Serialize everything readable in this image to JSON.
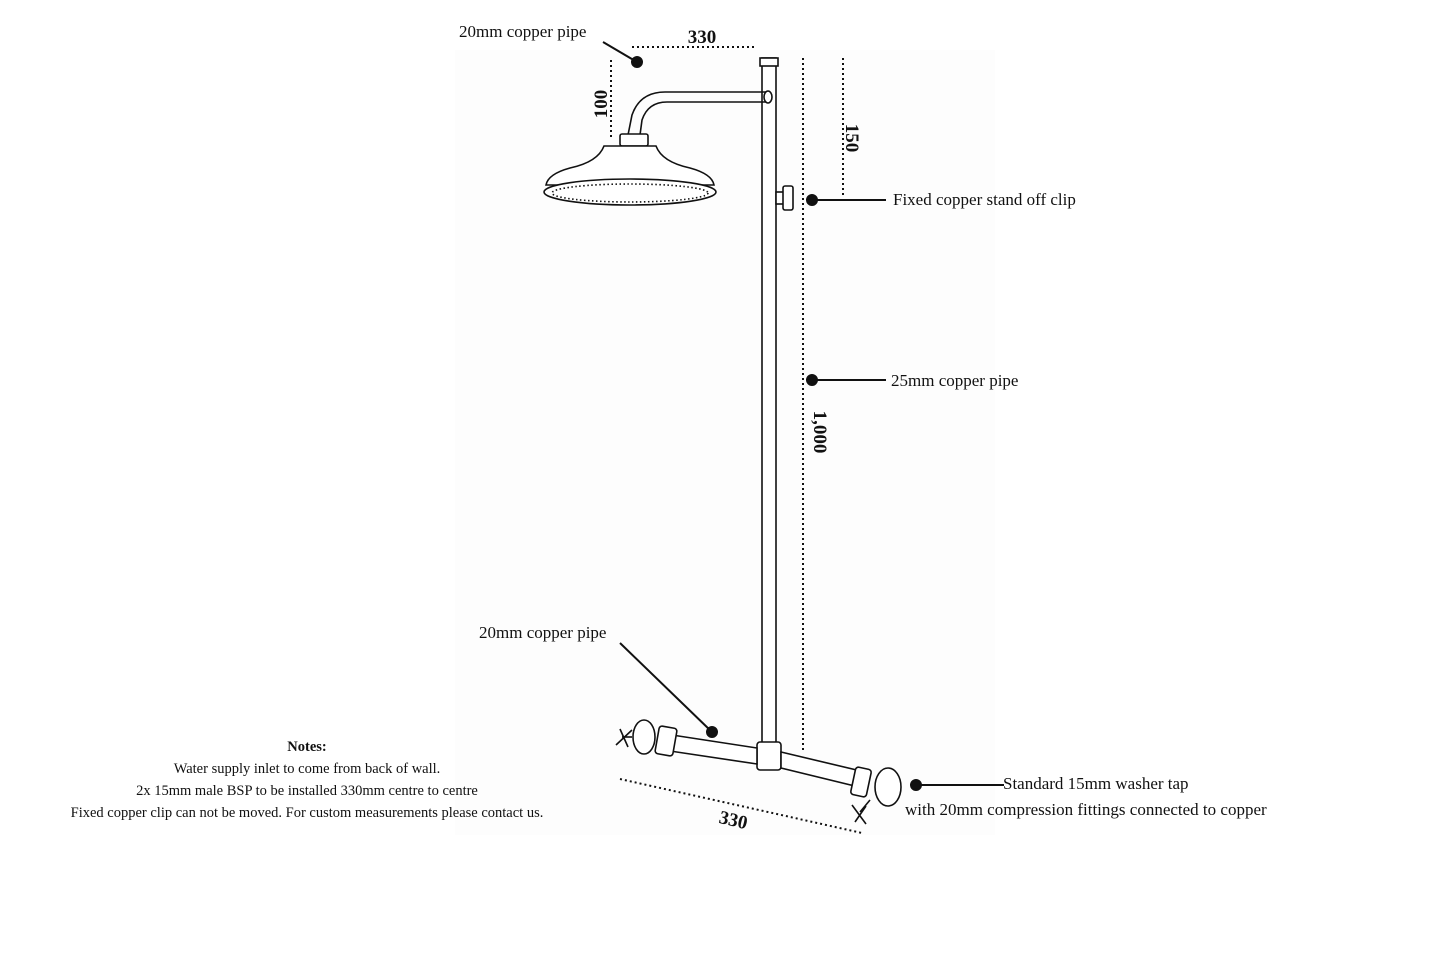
{
  "labels": {
    "top_pipe": "20mm copper pipe",
    "stand_off_clip": "Fixed copper stand off clip",
    "riser_pipe": "25mm copper pipe",
    "bottom_pipe": "20mm copper pipe",
    "tap_line1": "Standard 15mm washer tap",
    "tap_line2": "with 20mm compression fittings connected to copper"
  },
  "dimensions": {
    "arm_width": "330",
    "arm_drop": "100",
    "clip_offset": "150",
    "riser_height": "1,000",
    "tap_centres": "330"
  },
  "notes": {
    "title": "Notes:",
    "lines": [
      "Water  supply inlet to come from back of wall.",
      "2x 15mm male BSP to be installed 330mm centre to centre",
      "Fixed copper clip can not be moved. For custom measurements please contact us."
    ]
  }
}
